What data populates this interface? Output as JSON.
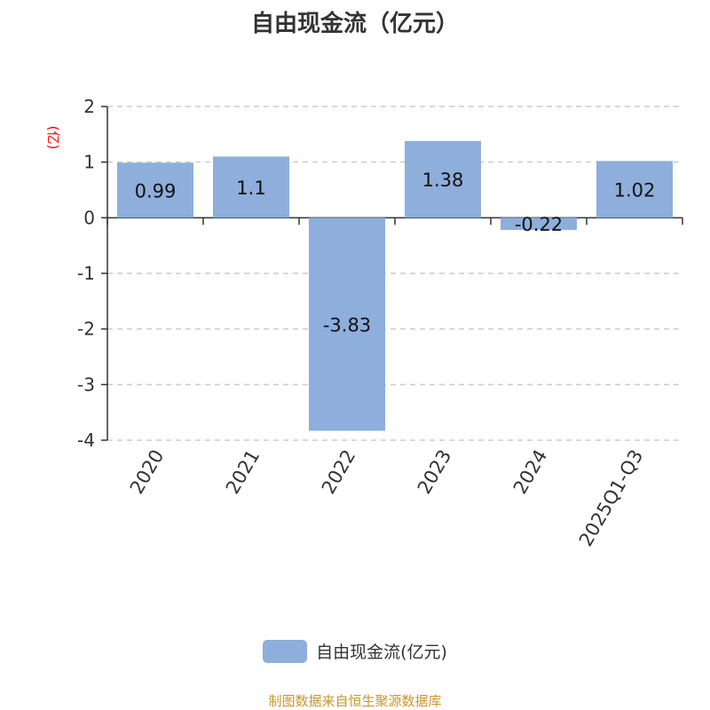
{
  "chart_data": {
    "type": "bar",
    "title": "自由现金流（亿元）",
    "ylabel": "(亿)",
    "xlabel": "",
    "categories": [
      "2020",
      "2021",
      "2022",
      "2023",
      "2024",
      "2025Q1-Q3"
    ],
    "series": [
      {
        "name": "自由现金流(亿元)",
        "values": [
          0.99,
          1.1,
          -3.83,
          1.38,
          -0.22,
          1.02
        ],
        "labels": [
          "0.99",
          "1.1",
          "-3.83",
          "1.38",
          "-0.22",
          "1.02"
        ]
      }
    ],
    "ylim": [
      -4,
      2
    ],
    "yticks": [
      2,
      1,
      0,
      -1,
      -2,
      -3,
      -4
    ],
    "grid": true,
    "legend": "bottom-center",
    "color": "#8eaedb",
    "ylabel_color": "#ff0000"
  },
  "footer": "制图数据来自恒生聚源数据库"
}
